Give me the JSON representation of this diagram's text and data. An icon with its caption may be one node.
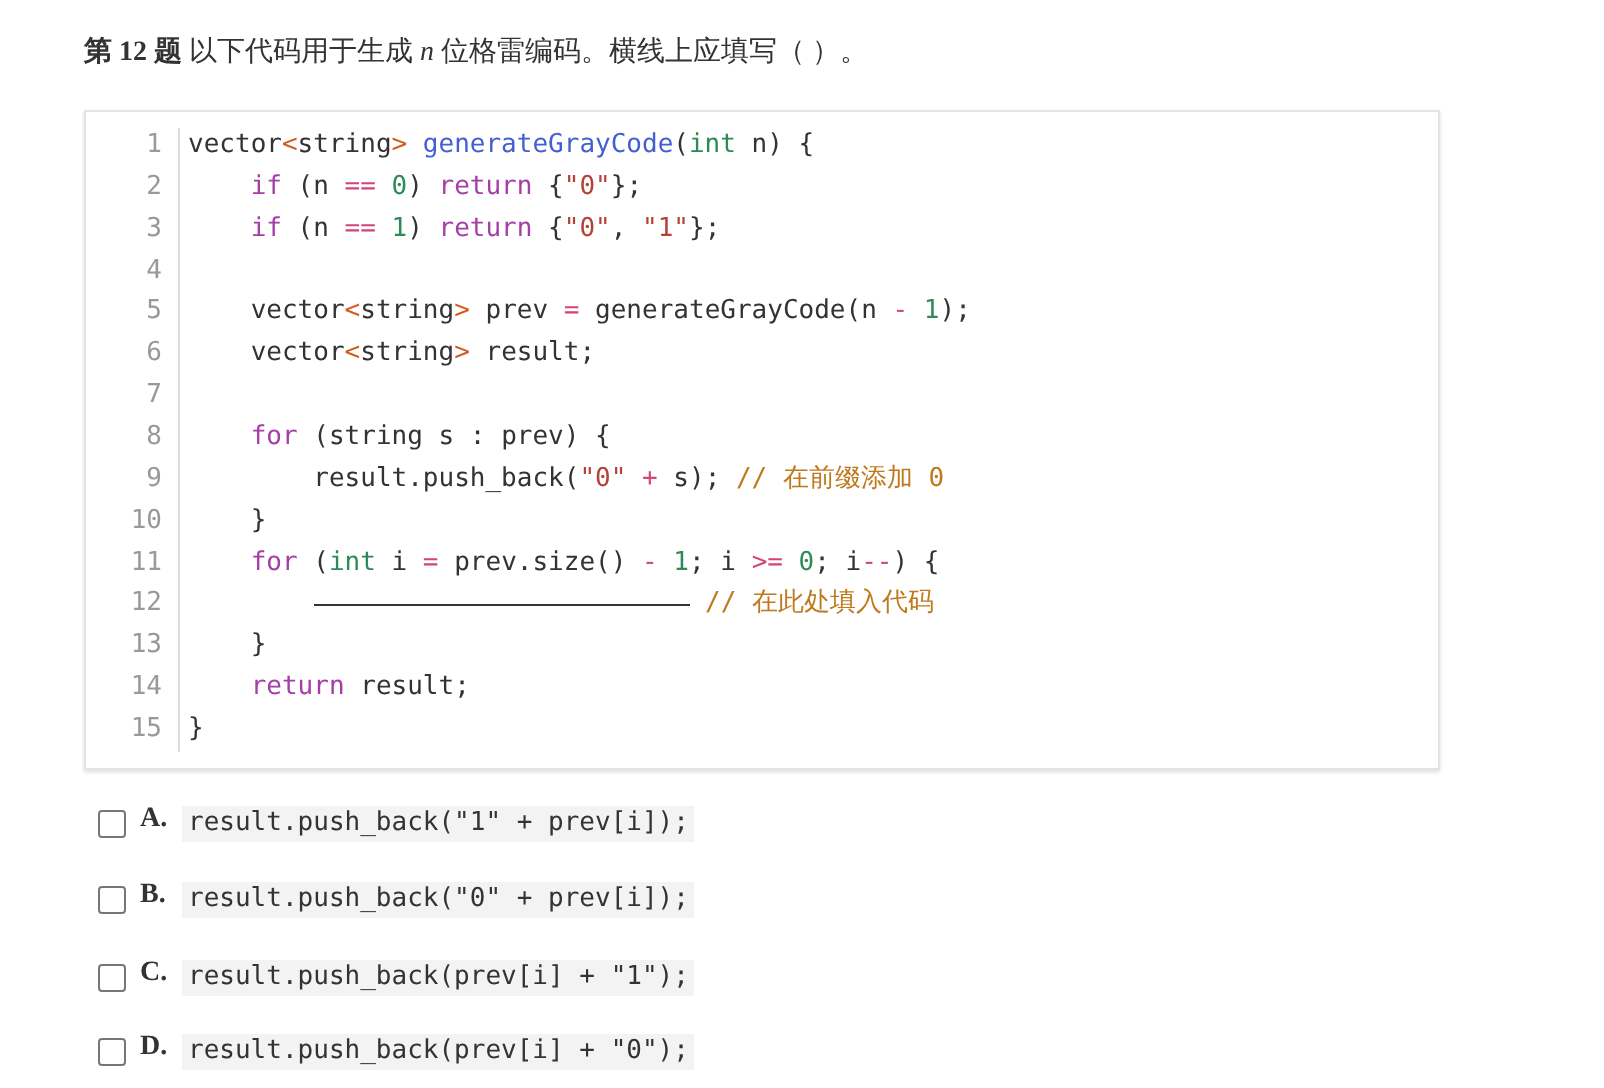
{
  "diagram": {
    "title": "**第 12 题** 以下代码用于生成 *n* 位格雷编码。横线上应填写（ ）。",
    "nodes": [
      {
        "text": [
          "vector<string> generateGrayCode(int n) {",
          "if (n == 0) return {\"0\"};",
          "if (n == 1) return {\"0\", \"1\"};",
          "vector<string> prev = generateGrayCode(n - 1);",
          "vector<string> result;",
          "for (string s : prev) {",
          "result.push_back(\"0\" + s); // 在前缀添加 0",
          "}",
          "for (int i = prev.size() - 1; i >= 0; i--) {",
          "// 在此处填入代码",
          "}",
          "return result;",
          "}"
        ]
      }
    ],
    "labels": [
      "1",
      "2",
      "3",
      "4",
      "5",
      "6",
      "7",
      "8",
      "9",
      "10",
      "11",
      "12",
      "13",
      "14",
      "15",
      "A.",
      "result.push_back(\"1\" + prev[i]);",
      "B.",
      "result.push_back(\"0\" + prev[i]);",
      "C.",
      "result.push_back(prev[i] + \"1\");",
      "D.",
      "result.push_back(prev[i] + \"0\");"
    ]
  }
}
